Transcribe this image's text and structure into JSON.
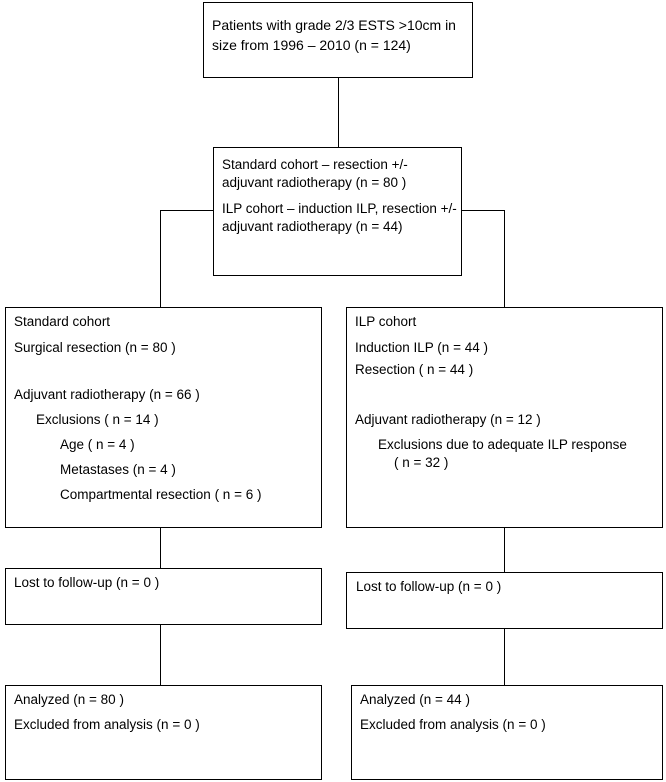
{
  "top": {
    "text": "Patients with grade 2/3 ESTS >10cm in size from 1996 – 2010 (n = 124)"
  },
  "split": {
    "standard": "Standard cohort – resection +/- adjuvant radiotherapy  (n = 80 )",
    "ilp": "ILP cohort – induction ILP, resection +/- adjuvant radiotherapy  (n = 44)"
  },
  "left": {
    "title": "Standard cohort",
    "resection": "Surgical resection (n = 80 )",
    "radiotherapy": "Adjuvant radiotherapy (n = 66 )",
    "exclusions": "Exclusions ( n = 14 )",
    "age": "Age  ( n = 4 )",
    "metastases": "Metastases (n =  4 )",
    "compartmental": "Compartmental  resection ( n = 6 )",
    "lost": "Lost to follow-up (n = 0 )",
    "analyzed": "Analyzed (n = 80 )",
    "excluded": "Excluded from analysis (n = 0 )"
  },
  "right": {
    "title": "ILP cohort",
    "induction": "Induction ILP (n = 44 )",
    "resection": "Resection ( n = 44 )",
    "radiotherapy": "Adjuvant radiotherapy  (n = 12 )",
    "exclusions_line1": "Exclusions due to adequate ILP response",
    "exclusions_line2": "( n = 32 )",
    "lost": "Lost to follow-up (n = 0 )",
    "analyzed": "Analyzed (n = 44 )",
    "excluded": "Excluded from analysis (n = 0 )"
  }
}
